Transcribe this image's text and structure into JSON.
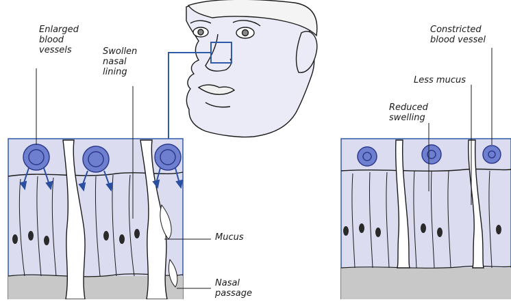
{
  "labels": {
    "enlarged_blood_vessels": "Enlarged\nblood\nvessels",
    "swollen_nasal_lining": "Swollen\nnasal\nlining",
    "mucus": "Mucus",
    "nasal_passage": "Nasal\npassage",
    "constricted_blood_vessel": "Constricted\nblood vessel",
    "less_mucus": "Less mucus",
    "reduced_swelling": "Reduced\nswelling"
  },
  "colors": {
    "tissue_fill": "#dcdcf0",
    "vessel_fill": "#6f7fd0",
    "vessel_stroke": "#2d3a8c",
    "arrow": "#2a4fa0",
    "passage_fill": "#c8c8c8",
    "outline": "#1a1a1a",
    "connector": "#2e5aa8"
  }
}
